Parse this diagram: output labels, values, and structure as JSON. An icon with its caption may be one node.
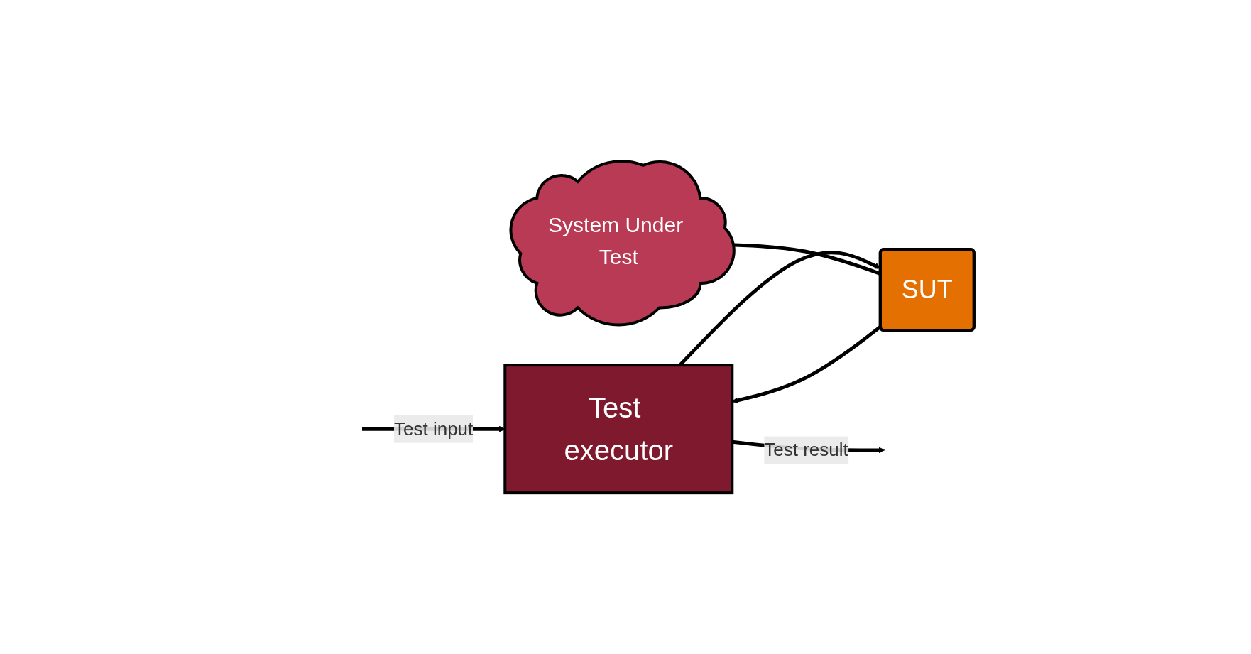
{
  "diagram": {
    "nodes": [
      {
        "text": [
          "Test executor"
        ]
      },
      {
        "text": [
          "SUT"
        ]
      },
      {
        "text": [
          "System Under Test"
        ]
      }
    ],
    "edges": [
      {
        "from": null,
        "to": 0,
        "arrow": "to",
        "label": "Test input"
      },
      {
        "from": 0,
        "to": 1,
        "arrow": "to"
      },
      {
        "from": 1,
        "to": 0,
        "arrow": "to"
      },
      {
        "from": 0,
        "to": null,
        "arrow": "to",
        "label": "Test result"
      },
      {
        "from": 2,
        "to": 1,
        "arrow": "none"
      }
    ]
  }
}
